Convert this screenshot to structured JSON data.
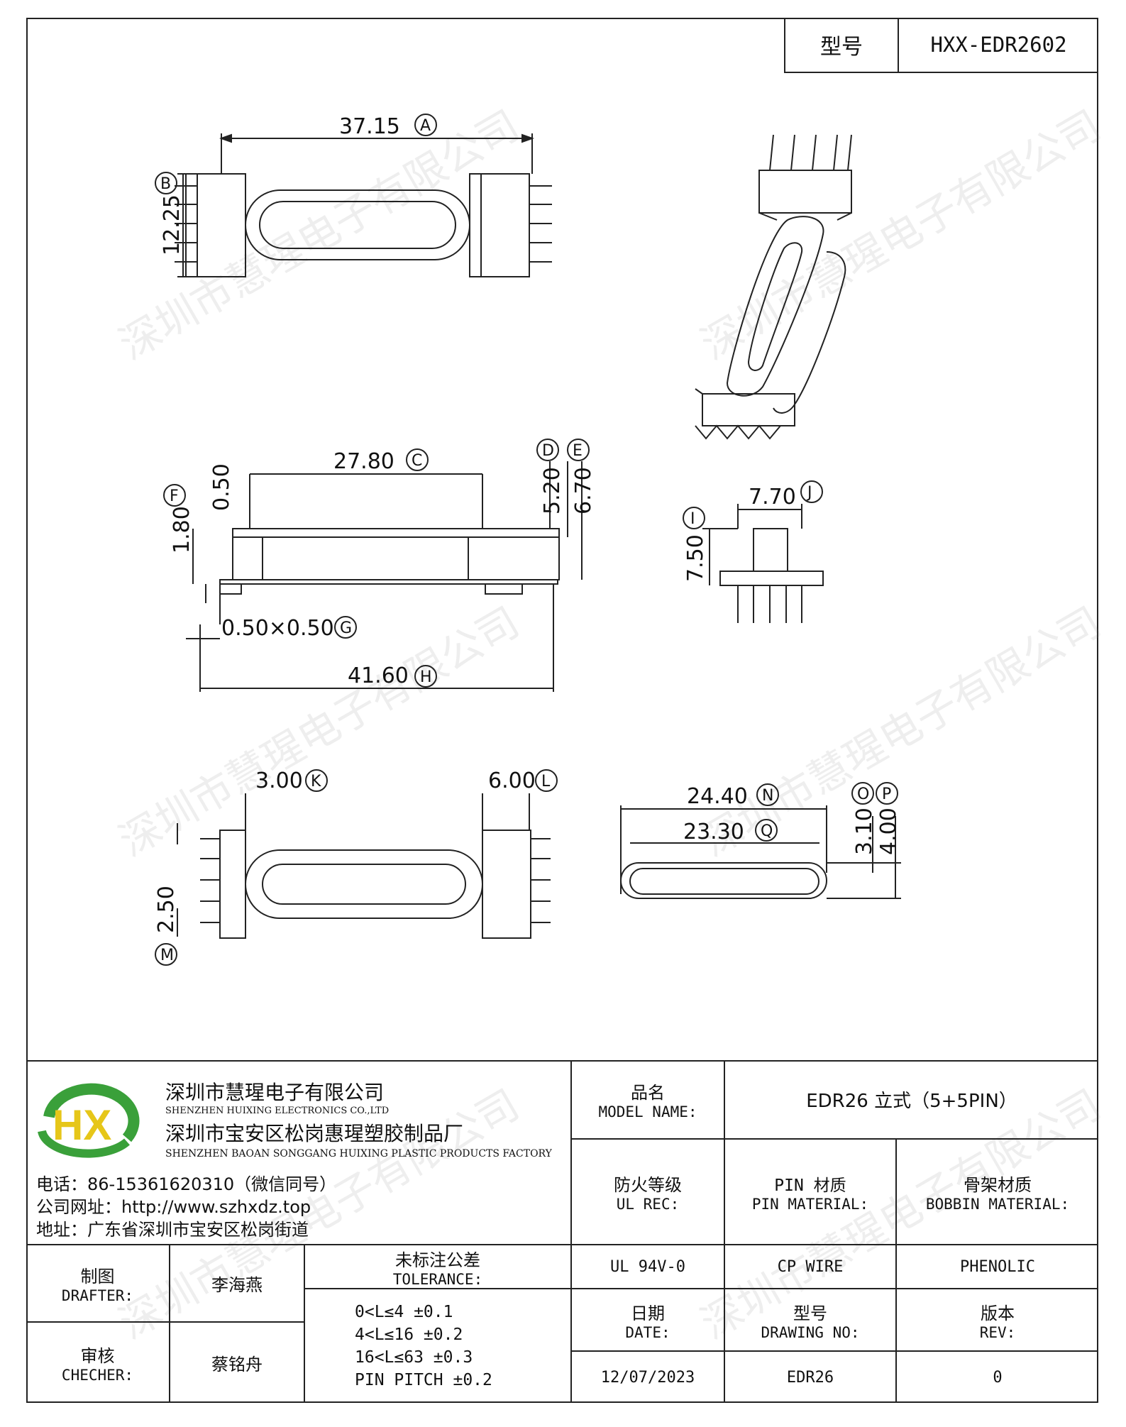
{
  "header": {
    "model_label": "型号",
    "model_value": "HXX-EDR2602"
  },
  "dimensions": {
    "A": "37.15",
    "B": "12.25",
    "C": "27.80",
    "D": "5.20",
    "E": "6.70",
    "F": "1.80",
    "F_top": "0.50",
    "G": "0.50×0.50",
    "H": "41.60",
    "I": "7.50",
    "J": "7.70",
    "K": "3.00",
    "L": "6.00",
    "M": "2.50",
    "N": "24.40",
    "O": "3.10",
    "P": "4.00",
    "Q": "23.30"
  },
  "callouts": [
    "A",
    "B",
    "C",
    "D",
    "E",
    "F",
    "G",
    "H",
    "I",
    "J",
    "K",
    "L",
    "M",
    "N",
    "O",
    "P",
    "Q"
  ],
  "watermark": "深圳市慧瑆电子有限公司",
  "company": {
    "name_cn": "深圳市慧瑆电子有限公司",
    "name_en": "SHENZHEN HUIXING ELECTRONICS CO.,LTD",
    "factory_cn": "深圳市宝安区松岗惠瑆塑胶制品厂",
    "factory_en": "SHENZHEN BAOAN SONGGANG HUIXING PLASTIC PRODUCTS FACTORY",
    "phone": "电话：86-15361620310（微信同号）",
    "website": "公司网址：http://www.szhxdz.top",
    "address": "地址：广东省深圳市宝安区松岗街道",
    "logo_text": "HX"
  },
  "title_block": {
    "model_name_cn": "品名",
    "model_name_en": "MODEL NAME:",
    "model_name_value": "EDR26 立式（5+5PIN）",
    "ul_cn": "防火等级",
    "ul_en": "UL REC:",
    "pin_cn": "PIN 材质",
    "pin_en": "PIN MATERIAL:",
    "bobbin_cn": "骨架材质",
    "bobbin_en": "BOBBIN MATERIAL:",
    "ul_value": "UL 94V-0",
    "pin_value": "CP WIRE",
    "bobbin_value": "PHENOLIC",
    "drafter_cn": "制图",
    "drafter_en": "DRAFTER:",
    "drafter_value": "李海燕",
    "checker_cn": "审核",
    "checker_en": "CHECHER:",
    "checker_value": "蔡铭舟",
    "tol_cn": "未标注公差",
    "tol_en": "TOLERANCE:",
    "tol_lines": [
      "0<L≤4  ±0.1",
      "4<L≤16  ±0.2",
      "16<L≤63  ±0.3",
      "PIN PITCH  ±0.2"
    ],
    "date_cn": "日期",
    "date_en": "DATE:",
    "date_value": "12/07/2023",
    "dwg_cn": "型号",
    "dwg_en": "DRAWING NO:",
    "dwg_value": "EDR26",
    "rev_cn": "版本",
    "rev_en": "REV:",
    "rev_value": "0"
  },
  "colors": {
    "logo_green": "#3aa03a",
    "logo_yellow": "#e6c619",
    "line": "#222222"
  }
}
